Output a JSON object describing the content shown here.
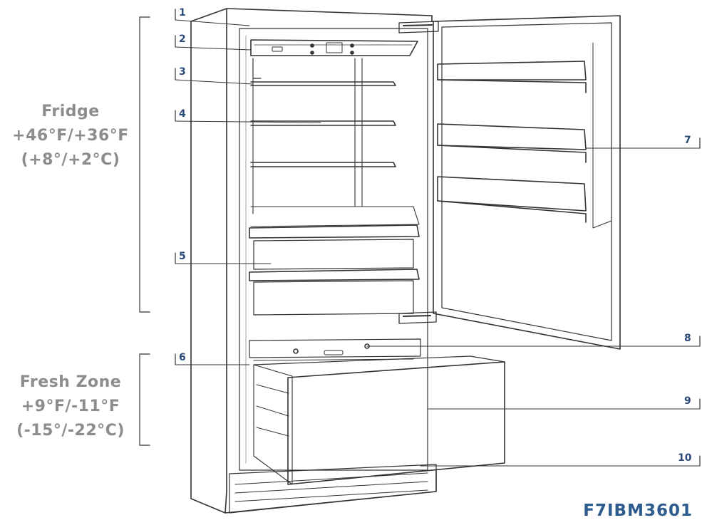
{
  "zones": {
    "fridge": {
      "name": "Fridge",
      "temp_f": "+46°F/+36°F",
      "temp_c": "(+8°/+2°C)"
    },
    "fresh": {
      "name": "Fresh Zone",
      "temp_f": "+9°F/-11°F",
      "temp_c": "(-15°/-22°C)"
    }
  },
  "callouts": [
    "1",
    "2",
    "3",
    "4",
    "5",
    "6",
    "7",
    "8",
    "9",
    "10"
  ],
  "model": "F7IBM3601",
  "colors": {
    "line": "#333333",
    "callout": "#2a4a7a",
    "zone_text": "#8c8c8c",
    "model": "#2e5b8e"
  }
}
